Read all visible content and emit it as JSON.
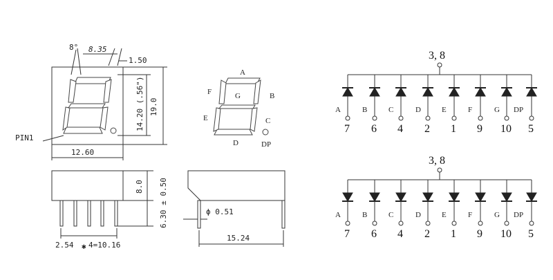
{
  "front_view": {
    "angle_label": "8°",
    "segment_width": "8.35",
    "seg_thickness": "1.50",
    "height_outer": "19.0",
    "char_height": "14.20 (.56\")",
    "width": "12.60",
    "pin1_label": "PIN1"
  },
  "side_view": {
    "body_height": "8.0",
    "pin_length": "6.30 ± 0.50",
    "pin_pitch": "2.54",
    "pitch_mult": "✱",
    "pitch_total": "4=10.16"
  },
  "end_view": {
    "pin_diameter": "ϕ 0.51",
    "depth": "15.24"
  },
  "segment_map": {
    "labels": [
      "A",
      "B",
      "C",
      "D",
      "E",
      "F",
      "G",
      "DP"
    ]
  },
  "schematic_common_anode": {
    "common_label": "3, 8",
    "segments": [
      "A",
      "B",
      "C",
      "D",
      "E",
      "F",
      "G",
      "DP"
    ],
    "pins": [
      "7",
      "6",
      "4",
      "2",
      "1",
      "9",
      "10",
      "5"
    ]
  },
  "schematic_common_cathode": {
    "common_label": "3, 8",
    "segments": [
      "A",
      "B",
      "C",
      "D",
      "E",
      "F",
      "G",
      "DP"
    ],
    "pins": [
      "7",
      "6",
      "4",
      "2",
      "1",
      "9",
      "10",
      "5"
    ]
  }
}
